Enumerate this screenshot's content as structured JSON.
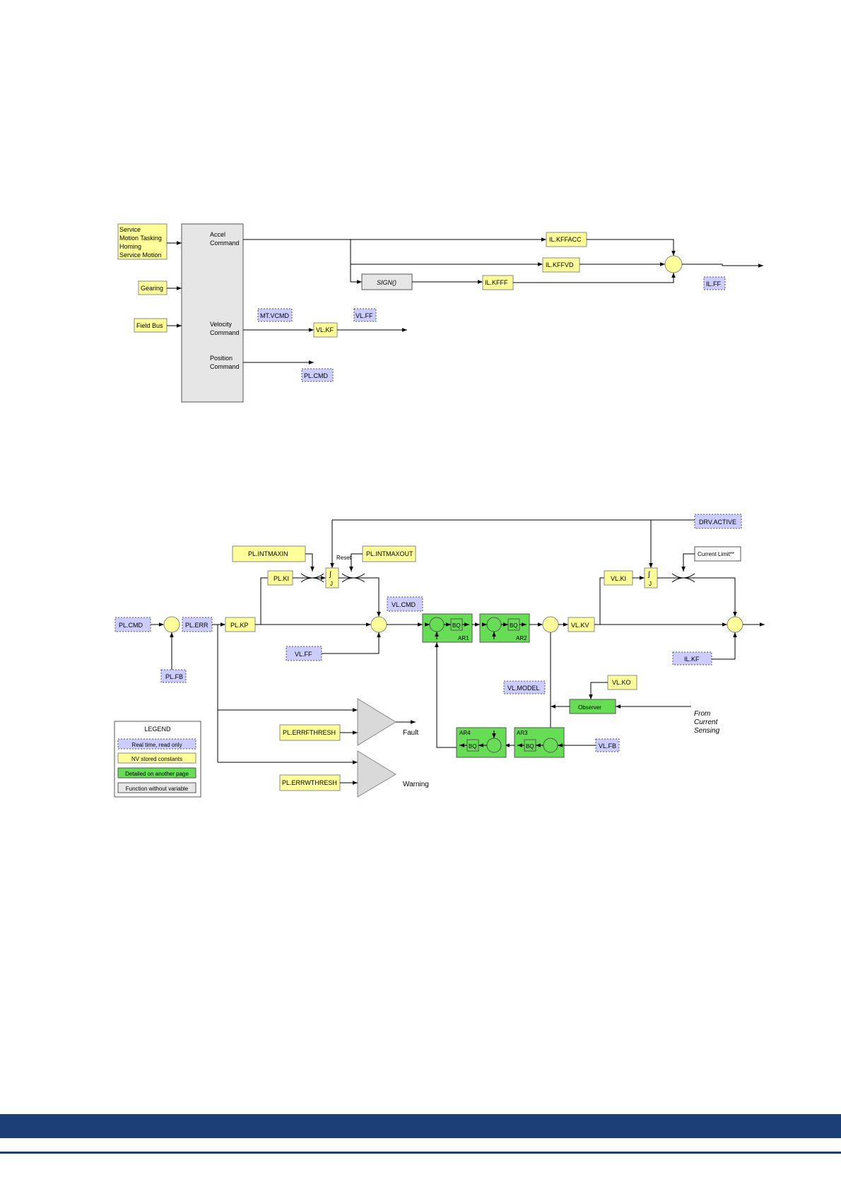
{
  "colors": {
    "yellow_fill": "#ffff99",
    "blue_fill": "#ccccff",
    "green_fill": "#66dd55",
    "gray_fill": "#e6e6e6",
    "footer": "#1d3f77"
  },
  "top": {
    "sources": {
      "service": [
        "Service",
        "Motion Tasking",
        "Homing",
        "Service Motion"
      ],
      "gearing": "Gearing",
      "fieldbus": "Field Bus"
    },
    "generator": {
      "accel": [
        "Accel",
        "Command"
      ],
      "velocity": [
        "Velocity",
        "Command"
      ],
      "position": [
        "Position",
        "Command"
      ]
    },
    "sign": "SIGN()",
    "ilkffacc": "IL.KFFACC",
    "ilkffvd": "IL.KFFVD",
    "ilkfff": "IL.KFFF",
    "ilff": "IL.FF",
    "mtvcmd": "MT.VCMD",
    "vlff": "VL.FF",
    "vlkf": "VL.KF",
    "plcmd": "PL.CMD"
  },
  "bottom": {
    "drvactive": "DRV.ACTIVE",
    "plintmaxin": "PL.INTMAXIN",
    "plintmaxout": "PL.INTMAXOUT",
    "reset": "Reset",
    "plki": "PL.KI",
    "integ1": [
      "∫",
      "J"
    ],
    "vlcmd": "VL.CMD",
    "plcmd": "PL.CMD",
    "plerr": "PL.ERR",
    "plkp": "PL.KP",
    "vlff": "VL.FF",
    "plfb": "PL.FB",
    "bq": "BQ",
    "ar1": "AR1",
    "ar2": "AR2",
    "ar3": "AR3",
    "ar4": "AR4",
    "vlkv": "VL.KV",
    "vlki": "VL.KI",
    "integ2": [
      "∫",
      "J"
    ],
    "currentlimit": "Current Limit**",
    "ilkf": "IL.KF",
    "vlmodel": "VL.MODEL",
    "vlko": "VL.KO",
    "observer": "Observer",
    "fromcurrent": [
      "From",
      "Current",
      "Sensing"
    ],
    "vlfb": "VL.FB",
    "plerrfthresh": "PL.ERRFTHRESH",
    "plerrwthresh": "PL.ERRWTHRESH",
    "fault": "Fault",
    "warning": "Warning"
  },
  "legend": {
    "title": "LEGEND",
    "items": [
      "Real time, read only",
      "NV stored constants",
      "Detailed on another page",
      "Function without variable"
    ]
  }
}
